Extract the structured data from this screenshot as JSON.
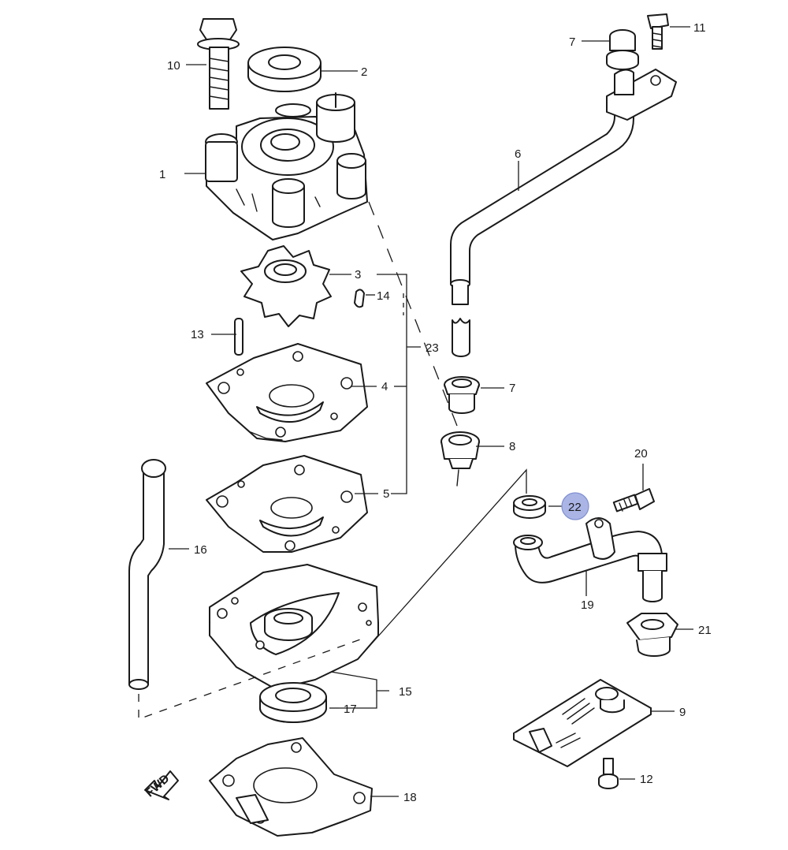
{
  "callouts": [
    {
      "number": "1"
    },
    {
      "number": "2"
    },
    {
      "number": "3"
    },
    {
      "number": "4"
    },
    {
      "number": "5"
    },
    {
      "number": "6"
    },
    {
      "number": "7"
    },
    {
      "number": "7"
    },
    {
      "number": "8"
    },
    {
      "number": "9"
    },
    {
      "number": "10"
    },
    {
      "number": "11"
    },
    {
      "number": "12"
    },
    {
      "number": "13"
    },
    {
      "number": "14"
    },
    {
      "number": "15"
    },
    {
      "number": "16"
    },
    {
      "number": "17"
    },
    {
      "number": "18"
    },
    {
      "number": "19"
    },
    {
      "number": "20"
    },
    {
      "number": "21"
    },
    {
      "number": "22",
      "highlighted": true
    },
    {
      "number": "23"
    }
  ],
  "fwd_arrow": {
    "label": "FWD"
  },
  "colors": {
    "line": "#1a1a1a",
    "highlight": "#aab5e6"
  }
}
